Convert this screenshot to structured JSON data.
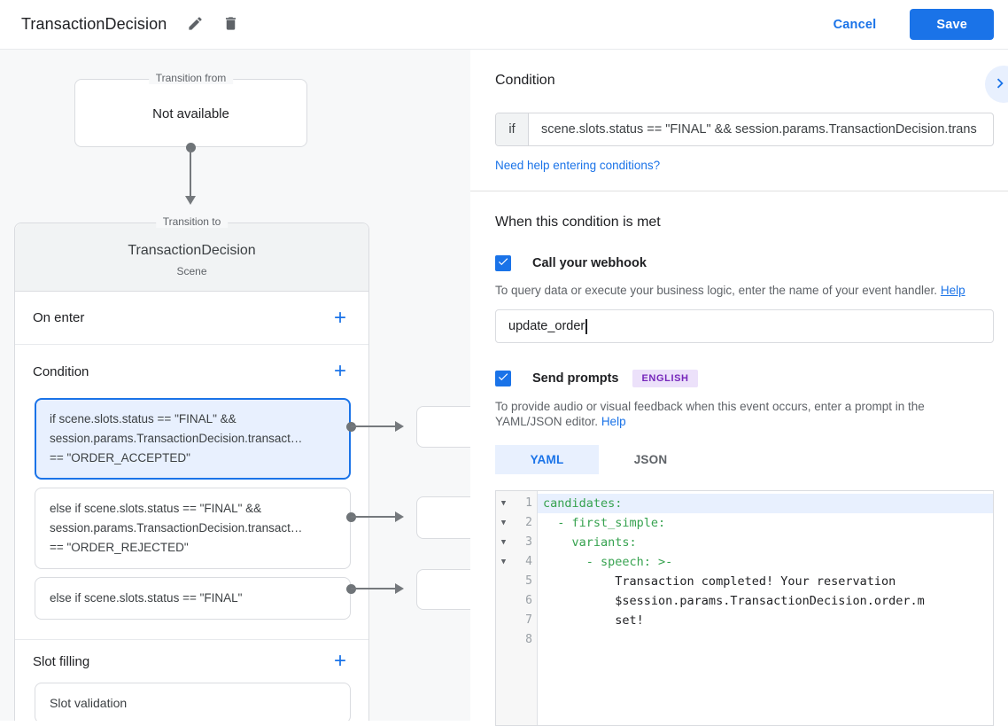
{
  "header": {
    "title": "TransactionDecision",
    "cancel": "Cancel",
    "save": "Save"
  },
  "canvas": {
    "transition_from": {
      "label": "Transition from",
      "value": "Not available"
    },
    "transition_to": {
      "label": "Transition to",
      "name": "TransactionDecision",
      "type": "Scene"
    },
    "on_enter_label": "On enter",
    "condition_label": "Condition",
    "slot_filling_label": "Slot filling",
    "conditions": [
      {
        "lines": [
          "if scene.slots.status == \"FINAL\" &&",
          "session.params.TransactionDecision.transact…",
          "== \"ORDER_ACCEPTED\""
        ]
      },
      {
        "lines": [
          "else if scene.slots.status == \"FINAL\" &&",
          "session.params.TransactionDecision.transact…",
          "== \"ORDER_REJECTED\""
        ]
      },
      {
        "lines": [
          "else if scene.slots.status == \"FINAL\""
        ]
      }
    ],
    "slot_validation_label": "Slot validation"
  },
  "panel": {
    "condition": {
      "title": "Condition",
      "if_label": "if",
      "expression": "scene.slots.status == \"FINAL\" && session.params.TransactionDecision.trans",
      "help_link": "Need help entering conditions?"
    },
    "met": {
      "title": "When this condition is met",
      "webhook_label": "Call your webhook",
      "webhook_helper": "To query data or execute your business logic, enter the name of your event handler.",
      "webhook_help_link": "Help",
      "webhook_value": "update_order",
      "prompts_label": "Send prompts",
      "prompts_badge": "ENGLISH",
      "prompts_helper": "To provide audio or visual feedback when this event occurs, enter a prompt in the YAML/JSON editor.",
      "prompts_help_link": "Help",
      "tab_yaml": "YAML",
      "tab_json": "JSON",
      "editor_lines": [
        {
          "num": "1",
          "text": "candidates:"
        },
        {
          "num": "2",
          "text": "  - first_simple:"
        },
        {
          "num": "3",
          "text": "    variants:"
        },
        {
          "num": "4",
          "text": "      - speech: >-"
        },
        {
          "num": "5",
          "text": "          Transaction completed! Your reservation"
        },
        {
          "num": "6",
          "text": "          $session.params.TransactionDecision.order.m"
        },
        {
          "num": "7",
          "text": "          set!"
        },
        {
          "num": "8",
          "text": ""
        }
      ]
    }
  },
  "colors": {
    "accent_blue": "#1a73e8",
    "selected_fill": "#e8f0fe",
    "yaml_key_green": "#36a24f",
    "badge_purple": "#7627bb",
    "canvas_bg": "#f7f8f9"
  }
}
